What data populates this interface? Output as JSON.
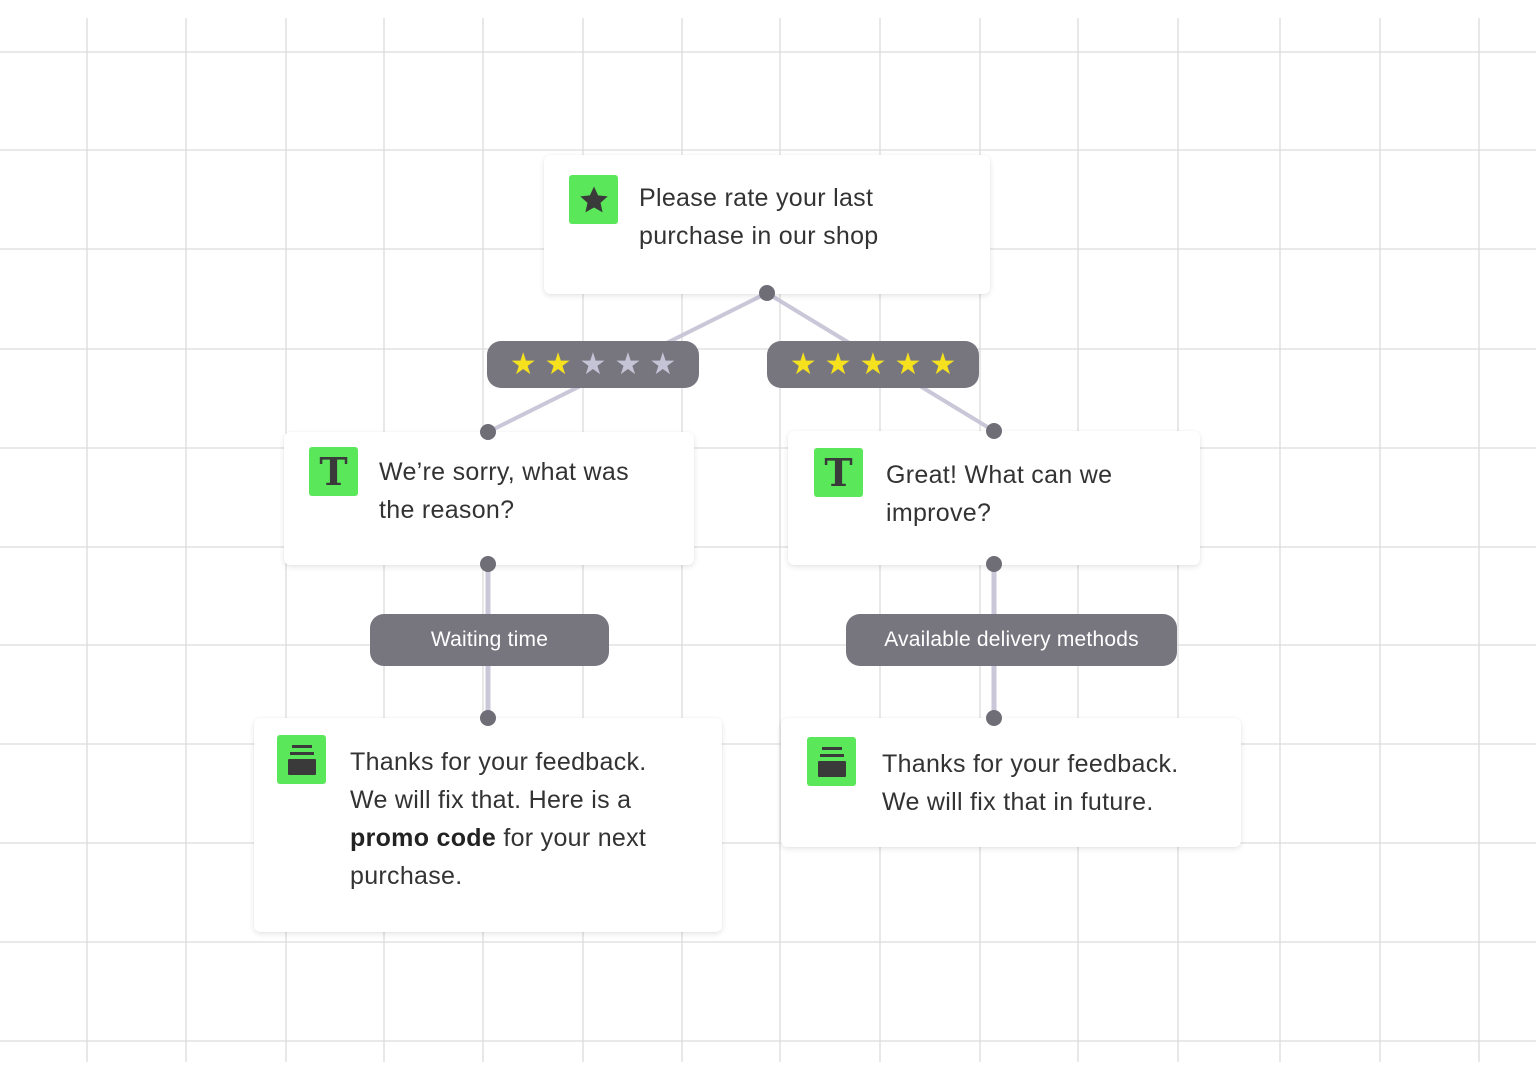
{
  "colors": {
    "background": "#ffffff",
    "grid_line": "#dcdcdc",
    "icon_green": "#5ae85a",
    "pill_bg": "#77767f",
    "connector": "#c9c7d8",
    "dot": "#6f6e77",
    "star_filled": "#f5e11d",
    "star_empty": "#c5c4d6"
  },
  "nodes": {
    "rate": {
      "icon": "star-icon",
      "line1": "Please rate your last",
      "line2": "purchase in our shop"
    },
    "sorry": {
      "icon": "text-icon",
      "icon_glyph": "T",
      "line1": "We’re sorry, what was",
      "line2": "the reason?"
    },
    "great": {
      "icon": "text-icon",
      "icon_glyph": "T",
      "line1": "Great! What can we",
      "line2": "improve?"
    },
    "thanks_left": {
      "icon": "archive-icon",
      "line1": "Thanks for your feedback.",
      "line2": "We will fix that. Here is a",
      "line3_bold": "promo code",
      "line3_rest": " for your next",
      "line4": "purchase."
    },
    "thanks_right": {
      "icon": "archive-icon",
      "line1": "Thanks for your feedback.",
      "line2": "We will fix that in future."
    }
  },
  "branches": {
    "low_rating": {
      "filled": 2,
      "total": 5
    },
    "high_rating": {
      "filled": 5,
      "total": 5
    },
    "waiting_time": "Waiting time",
    "delivery_methods": "Available delivery methods"
  }
}
